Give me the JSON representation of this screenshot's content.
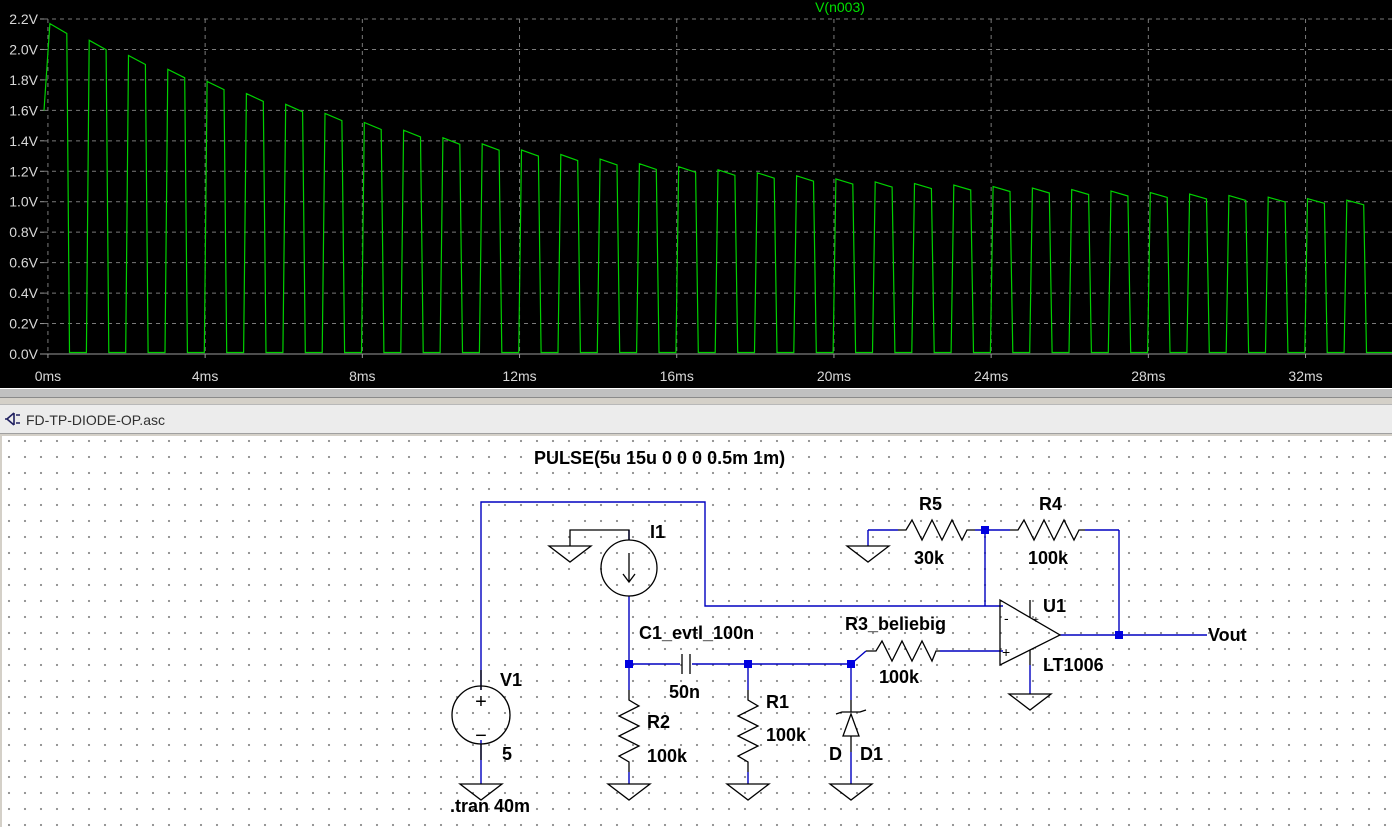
{
  "plot": {
    "trace_name": "V(n003)",
    "colors": {
      "background": "#000000",
      "trace": "#00d000",
      "grid": "#7a7a7a",
      "tick": "#d8d8d8"
    },
    "y_ticks": [
      "0.0V",
      "0.2V",
      "0.4V",
      "0.6V",
      "0.8V",
      "1.0V",
      "1.2V",
      "1.4V",
      "1.6V",
      "1.8V",
      "2.0V",
      "2.2V"
    ],
    "x_ticks": [
      "0ms",
      "4ms",
      "8ms",
      "12ms",
      "16ms",
      "20ms",
      "24ms",
      "28ms",
      "32ms"
    ]
  },
  "chart_data": {
    "type": "line",
    "xlabel": "",
    "ylabel": "",
    "xlim": [
      -0.1,
      34.2
    ],
    "ylim": [
      0,
      2.2
    ],
    "x_unit": "ms",
    "y_unit": "V",
    "grid": true,
    "series": [
      {
        "name": "V(n003)",
        "pulse_start_ms": [
          0.0,
          1.0,
          2.0,
          3.0,
          4.0,
          5.0,
          6.0,
          7.0,
          8.0,
          9.0,
          10.0,
          11.0,
          12.0,
          13.0,
          14.0,
          15.0,
          16.0,
          17.0,
          18.0,
          19.0,
          20.0,
          21.0,
          22.0,
          23.0,
          24.0,
          25.0,
          26.0,
          27.0,
          28.0,
          29.0,
          30.0,
          31.0,
          32.0,
          33.0
        ],
        "pulse_width_ms": 0.5,
        "peak_v": [
          2.17,
          2.06,
          1.96,
          1.87,
          1.79,
          1.71,
          1.64,
          1.58,
          1.52,
          1.47,
          1.42,
          1.38,
          1.34,
          1.31,
          1.28,
          1.25,
          1.23,
          1.21,
          1.19,
          1.17,
          1.15,
          1.13,
          1.12,
          1.11,
          1.1,
          1.09,
          1.08,
          1.07,
          1.06,
          1.05,
          1.04,
          1.03,
          1.02,
          1.01
        ],
        "start_v": 1.6,
        "low_v": 0.01
      }
    ]
  },
  "window": {
    "title": "FD-TP-DIODE-OP.asc"
  },
  "schematic": {
    "directives": {
      "pulse": "PULSE(5u 15u 0 0 0 0.5m 1m)",
      "tran": ".tran 40m"
    },
    "components": {
      "V1": {
        "name": "V1",
        "value": "5"
      },
      "I1": {
        "name": "I1"
      },
      "C1": {
        "name": "C1_evtl_100n",
        "value": "50n"
      },
      "R1": {
        "name": "R1",
        "value": "100k"
      },
      "R2": {
        "name": "R2",
        "value": "100k"
      },
      "R3": {
        "name": "R3_beliebig",
        "value": "100k"
      },
      "R4": {
        "name": "R4",
        "value": "100k"
      },
      "R5": {
        "name": "R5",
        "value": "30k"
      },
      "D1": {
        "name": "D1",
        "value": "D"
      },
      "U1": {
        "name": "U1",
        "value": "LT1006"
      }
    },
    "net_label": "Vout",
    "op_pins": {
      "plus": "+",
      "minus": "-"
    },
    "source_pins": {
      "plus": "+",
      "minus": "−"
    }
  }
}
